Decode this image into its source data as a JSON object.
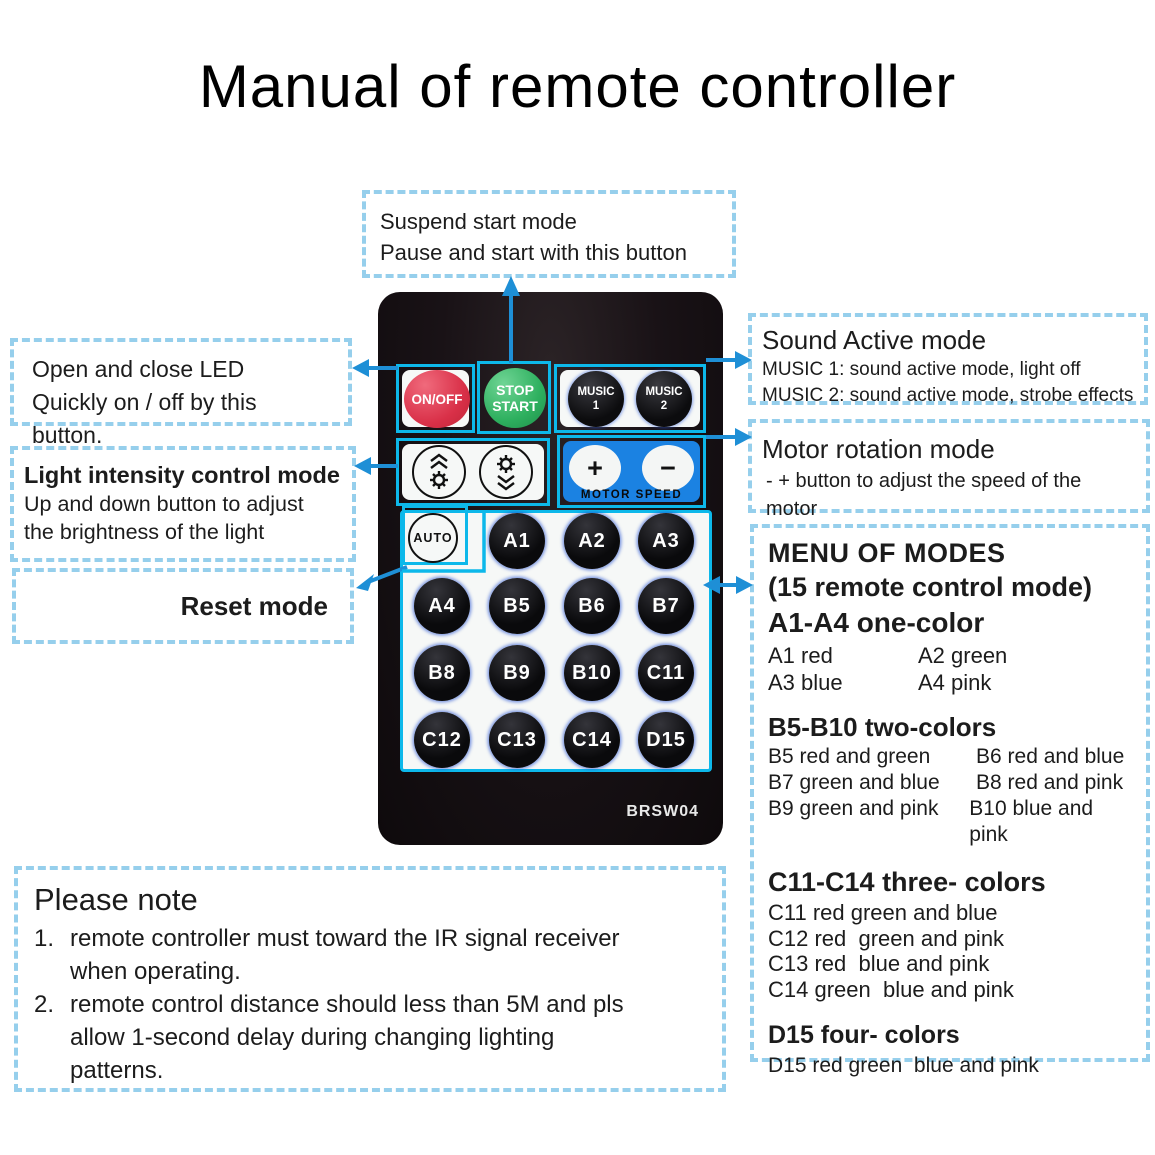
{
  "title": "Manual of remote controller",
  "colors": {
    "highlight_cyan": "#0db8ea",
    "arrow_blue": "#1e8fd6",
    "dashed_border": "#96cfec",
    "power_red": "#d93048",
    "start_green": "#2eb05f",
    "motor_blue": "#1b82e2"
  },
  "boxes": {
    "suspend": {
      "line1": "Suspend start mode",
      "line2": "Pause and start with this button"
    },
    "open_close": {
      "line1": "Open and close LED",
      "line2": "Quickly on / off by this button."
    },
    "light_intensity": {
      "title": "Light intensity control mode",
      "line1": "Up and down button to adjust",
      "line2": "the brightness of the light"
    },
    "reset": {
      "label": "Reset mode"
    },
    "sound": {
      "title": "Sound Active mode",
      "line1": "MUSIC 1: sound active mode, light off",
      "line2": "MUSIC 2: sound active mode, strobe effects"
    },
    "motor": {
      "title": "Motor rotation mode",
      "line1": "- + button to adjust the speed of the motor"
    },
    "menu": {
      "title": "MENU OF MODES",
      "subtitle": "(15 remote control mode)",
      "section_a": {
        "heading": "A1-A4 one-color",
        "rows": [
          [
            "A1 red",
            "A2 green"
          ],
          [
            "A3 blue",
            "A4 pink"
          ]
        ]
      },
      "section_b": {
        "heading": "B5-B10 two-colors",
        "rows": [
          [
            "B5 red and green",
            "B6 red and blue"
          ],
          [
            "B7 green and blue",
            "B8 red and pink"
          ],
          [
            "B9 green and pink",
            "B10 blue and pink"
          ]
        ]
      },
      "section_c": {
        "heading": "C11-C14 three- colors",
        "rows": [
          "C11 red green and blue",
          "C12 red  green and pink",
          "C13 red  blue and pink",
          "C14 green  blue and pink"
        ]
      },
      "section_d": {
        "heading": "D15 four- colors",
        "rows": [
          "D15 red green  blue and pink"
        ]
      }
    },
    "note": {
      "title": "Please note",
      "items": [
        {
          "num": "1.",
          "text": "remote controller must toward the IR signal receiver when operating."
        },
        {
          "num": "2.",
          "text": "remote control distance should less than 5M and pls allow 1-second delay during changing lighting patterns."
        }
      ]
    }
  },
  "remote": {
    "model": "BRSW04",
    "power_label": "ON/OFF",
    "stop_line1": "STOP",
    "stop_line2": "START",
    "music1_line1": "MUSIC",
    "music1_line2": "1",
    "music2_line1": "MUSIC",
    "music2_line2": "2",
    "plus": "+",
    "minus": "−",
    "motor_speed_label": "MOTOR SPEED",
    "auto_label": "AUTO",
    "keys": [
      "A1",
      "A2",
      "A3",
      "A4",
      "B5",
      "B6",
      "B7",
      "B8",
      "B9",
      "B10",
      "C11",
      "C12",
      "C13",
      "C14",
      "D15"
    ]
  }
}
